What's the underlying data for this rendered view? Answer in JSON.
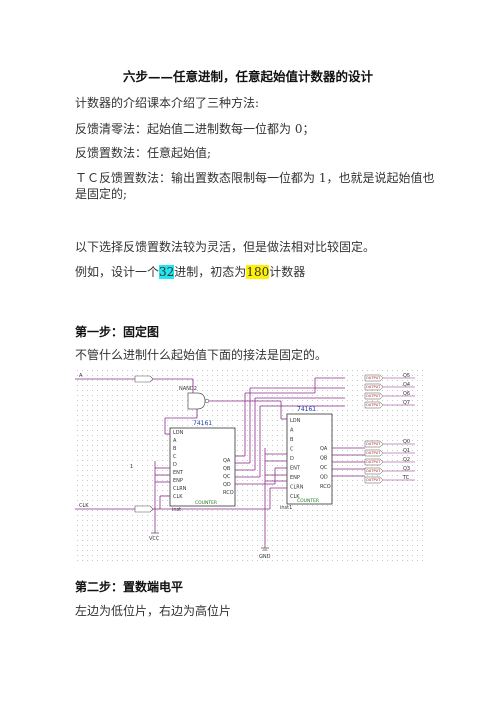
{
  "title": "六步——任意进制，任意起始值计数器的设计",
  "intro": "计数器的介绍课本介绍了三种方法:",
  "method1": "反馈清零法：起始值二进制数每一位都为 0；",
  "method2": "反馈置数法：任意起始值;",
  "method3": "ＴＣ反馈置数法：输出置数态限制每一位都为 1，也就是说起始值也是固定的;",
  "choice": "以下选择反馈置数法较为灵活，但是做法相对比较固定。",
  "example": {
    "prefix": "例如，设计一个",
    "mod": "32",
    "middle": "进制，初态为",
    "init": "180",
    "suffix": "计数器"
  },
  "step1": {
    "heading": "第一步：固定图",
    "desc": "不管什么进制什么起始值下面的接法是固定的。"
  },
  "step2": {
    "heading": "第二步：置数端电平",
    "desc": "左边为低位片，右边为高位片"
  },
  "schematic": {
    "chip_left": {
      "name": "74161",
      "sub": "COUNTER",
      "inst": "inst"
    },
    "chip_right": {
      "name": "74161",
      "sub": "COUNTER",
      "inst": "inst1"
    },
    "inputs": [
      "LDN",
      "A",
      "B",
      "C",
      "D",
      "ENT",
      "ENP",
      "CLRN",
      "CLK"
    ],
    "outputs": [
      "QA",
      "QB",
      "QC",
      "QD",
      "RCO"
    ],
    "out_label": "OUTPUT",
    "out_pins_top": [
      "Q5",
      "Q4",
      "Q6",
      "Q7"
    ],
    "out_pins_bottom": [
      "Q0",
      "Q1",
      "Q2",
      "Q3",
      "TC"
    ],
    "in_left": [
      "A",
      "CLK"
    ],
    "gate": "NAND2",
    "vcc": "VCC",
    "gnd": "GND"
  }
}
